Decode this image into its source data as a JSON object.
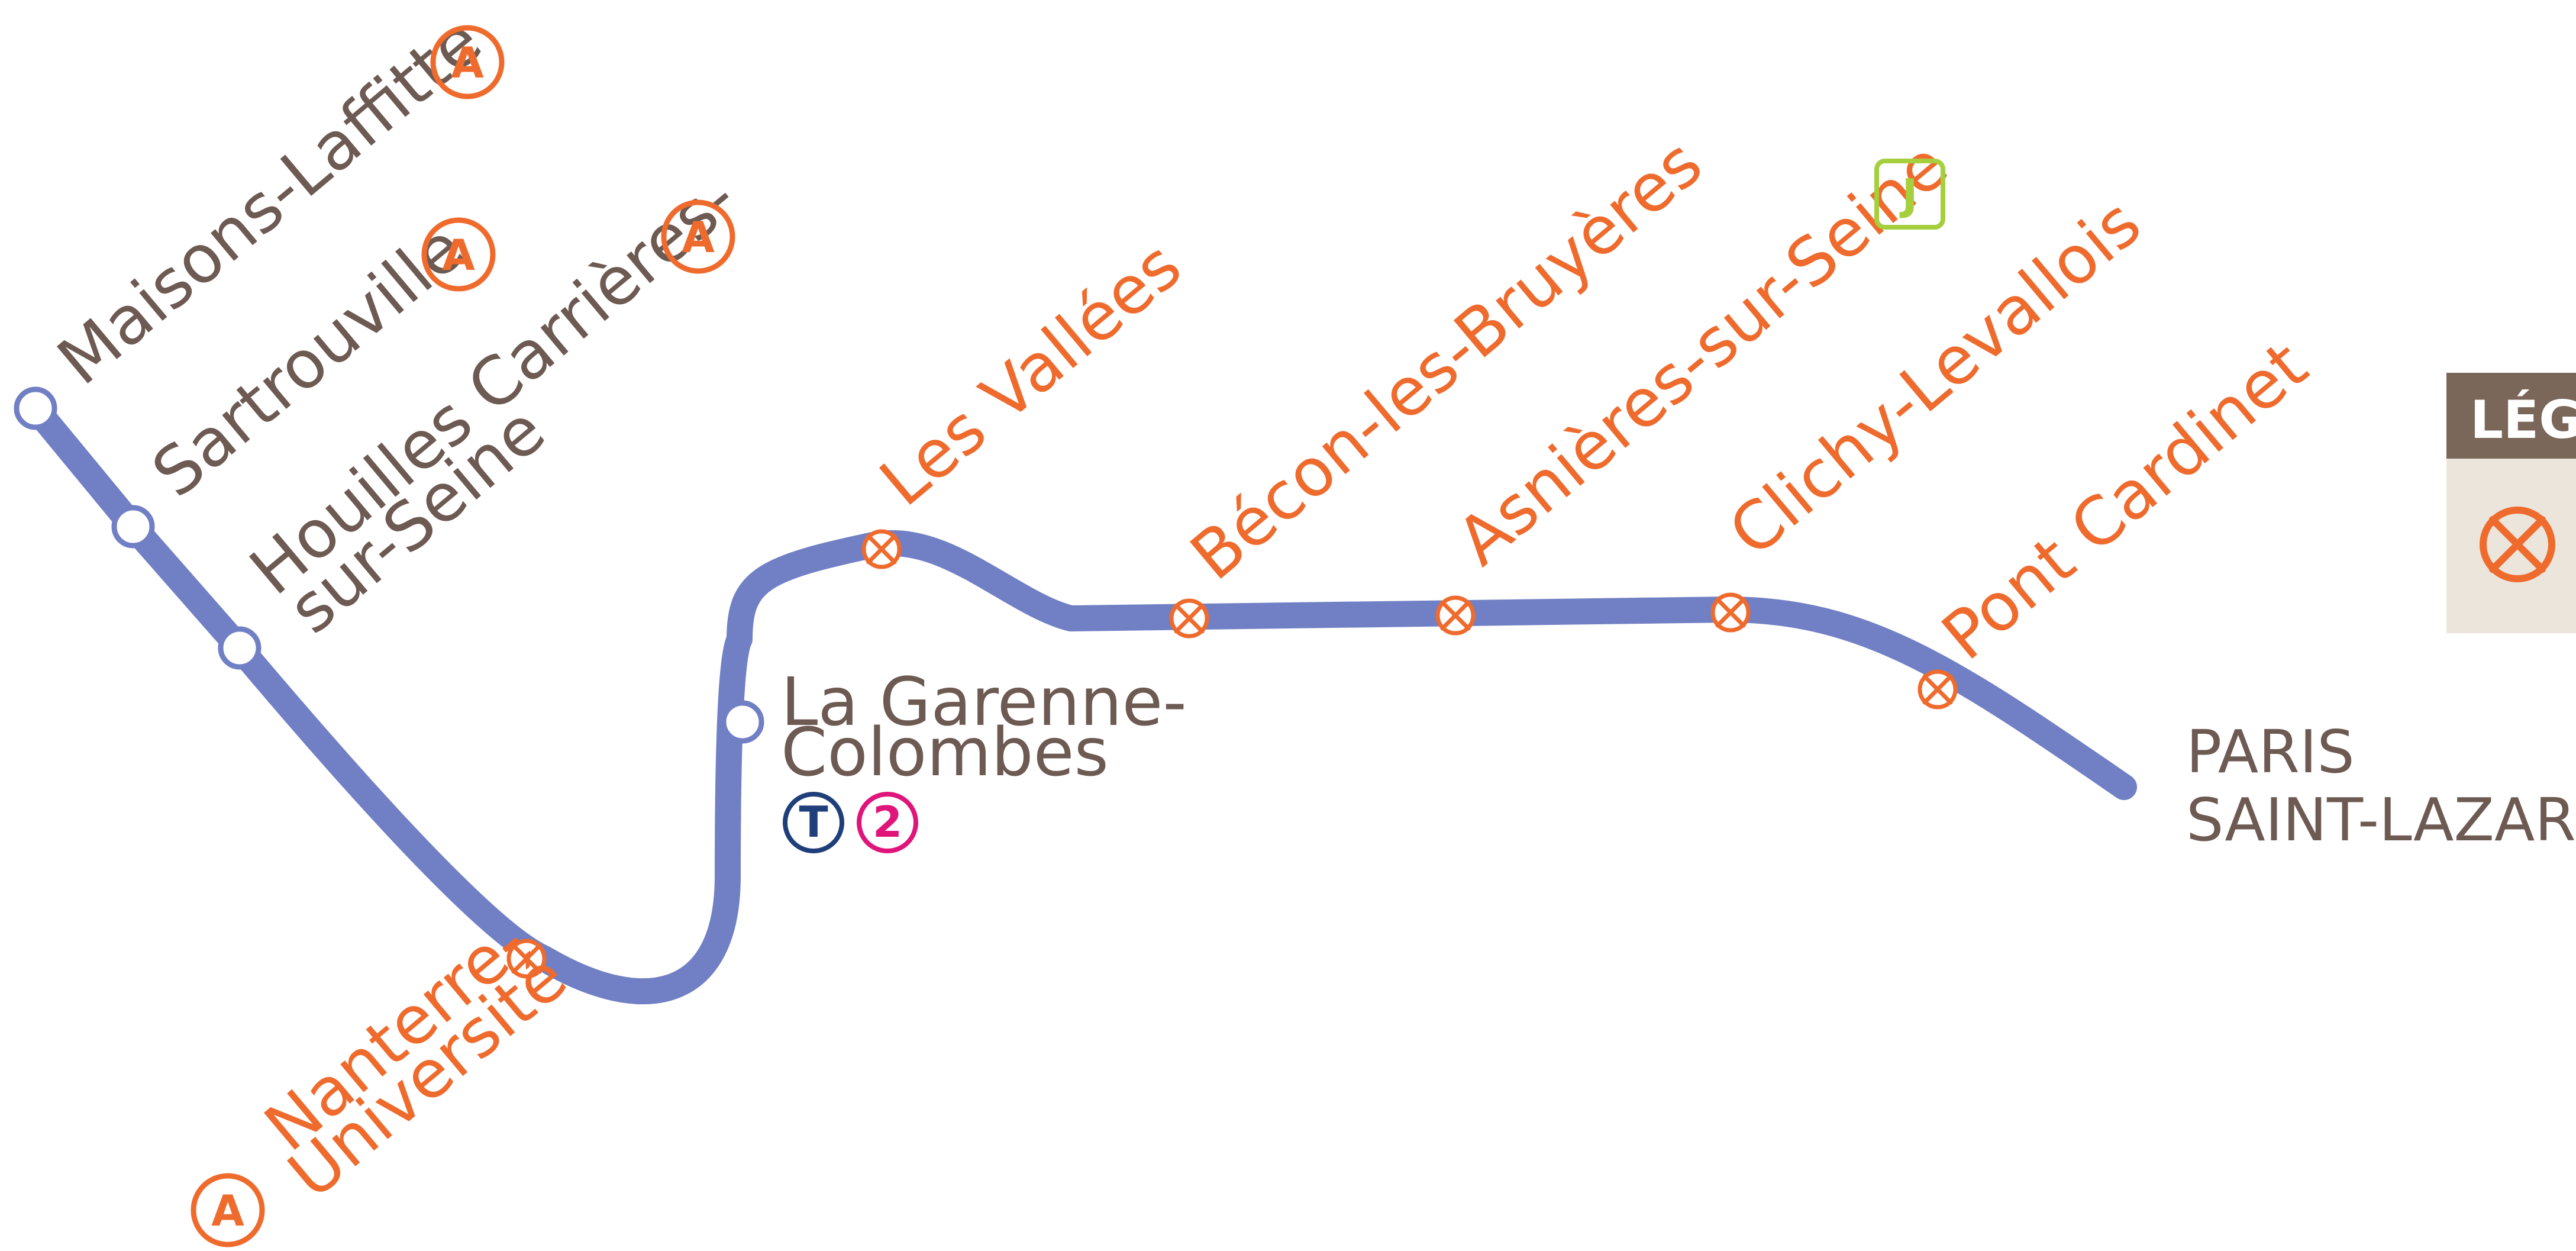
{
  "line": {
    "color": "#7180c4"
  },
  "colors": {
    "station_label": "#6d5a52",
    "works_label": "#ef6b2d",
    "rer_a": "#ef6b2d",
    "tram": "#1f3f7a",
    "t2": "#e0157a",
    "line_j": "#a6cf3d",
    "legend_bg": "#ece5dc",
    "legend_header": "#7b675a"
  },
  "stations": [
    {
      "id": "maisons-laffitte",
      "name": "Maisons-Laffitte",
      "status": "open",
      "connections": [
        "A"
      ]
    },
    {
      "id": "sartrouville",
      "name": "Sartrouville",
      "status": "open",
      "connections": [
        "A"
      ]
    },
    {
      "id": "houilles",
      "name_line1": "Houilles Carrières-",
      "name_line2": "sur-Seine",
      "status": "open",
      "connections": [
        "A"
      ]
    },
    {
      "id": "nanterre-universite",
      "name_line1": "Nanterre-",
      "name_line2": "Université",
      "status": "closed",
      "connections": [
        "A"
      ]
    },
    {
      "id": "la-garenne-colombes",
      "name_line1": "La Garenne-",
      "name_line2": "Colombes",
      "status": "open",
      "connections": [
        "T",
        "2"
      ]
    },
    {
      "id": "les-vallees",
      "name": "Les Vallées",
      "status": "closed",
      "connections": []
    },
    {
      "id": "becon-les-bruyeres",
      "name": "Bécon-les-Bruyères",
      "status": "closed",
      "connections": []
    },
    {
      "id": "asnieres-sur-seine",
      "name": "Asnières-sur-Seine",
      "status": "closed",
      "connections": [
        "J"
      ]
    },
    {
      "id": "clichy-levallois",
      "name": "Clichy-Levallois",
      "status": "closed",
      "connections": []
    },
    {
      "id": "pont-cardinet",
      "name": "Pont Cardinet",
      "status": "closed",
      "connections": []
    }
  ],
  "terminus": {
    "line1": "PARIS",
    "line2": "SAINT-LAZARE"
  },
  "badges": {
    "rer_a": "A",
    "tram": "T",
    "t2": "2",
    "line_j": "J"
  },
  "legend": {
    "title": "LÉG",
    "icon": "closed-station-icon"
  }
}
